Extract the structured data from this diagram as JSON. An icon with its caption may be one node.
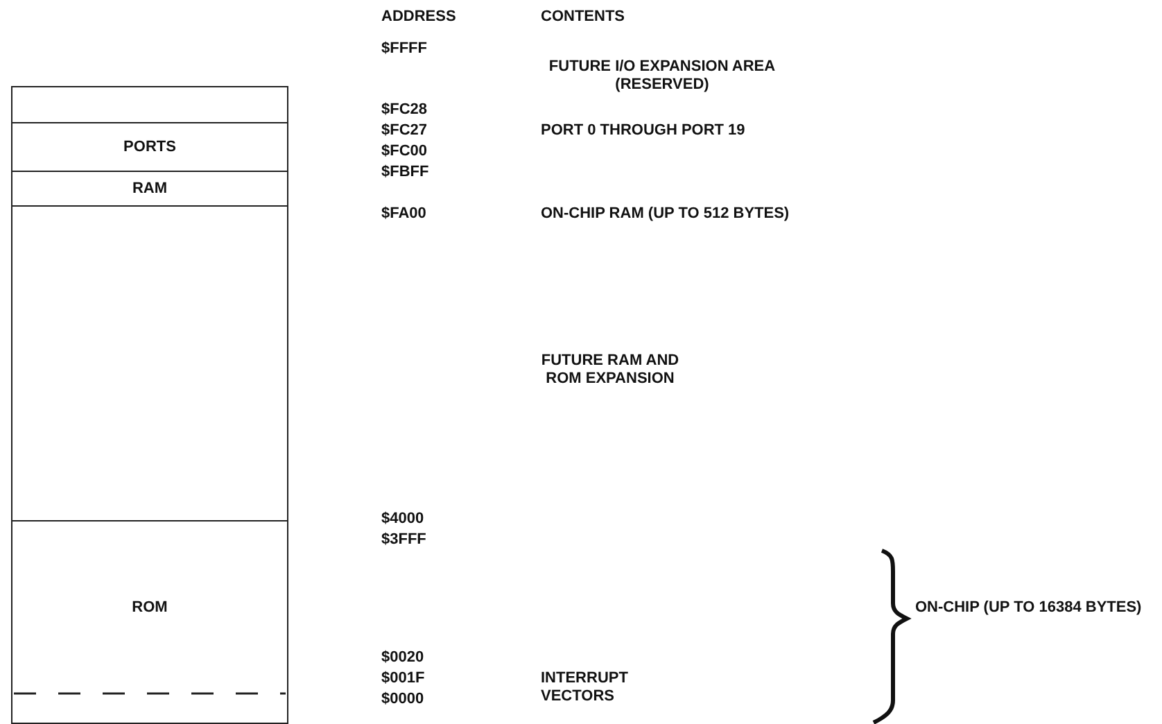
{
  "diagram": {
    "nodes": [
      {
        "text": [],
        "shape": "box"
      },
      {
        "text": [
          "PORTS"
        ]
      },
      {
        "text": [
          "RAM"
        ]
      },
      {
        "text": [],
        "shape": "box"
      },
      {
        "text": [
          "ROM"
        ]
      }
    ],
    "labels": [
      "ADDRESS",
      "CONTENTS",
      "$FFFF",
      "FUTURE I/O EXPANSION AREA (RESERVED)",
      "$FC28",
      "$FC27",
      "PORT 0 THROUGH PORT 19",
      "$FC00",
      "$FBFF",
      "$FA00",
      "ON-CHIP RAM (UP TO 512 BYTES)",
      "FUTURE RAM AND ROM EXPANSION",
      "$4000",
      "$3FFF",
      "ON-CHIP (UP TO 16384 BYTES)",
      "$0020",
      "$001F",
      "INTERRUPT VECTORS",
      "$0000"
    ]
  }
}
